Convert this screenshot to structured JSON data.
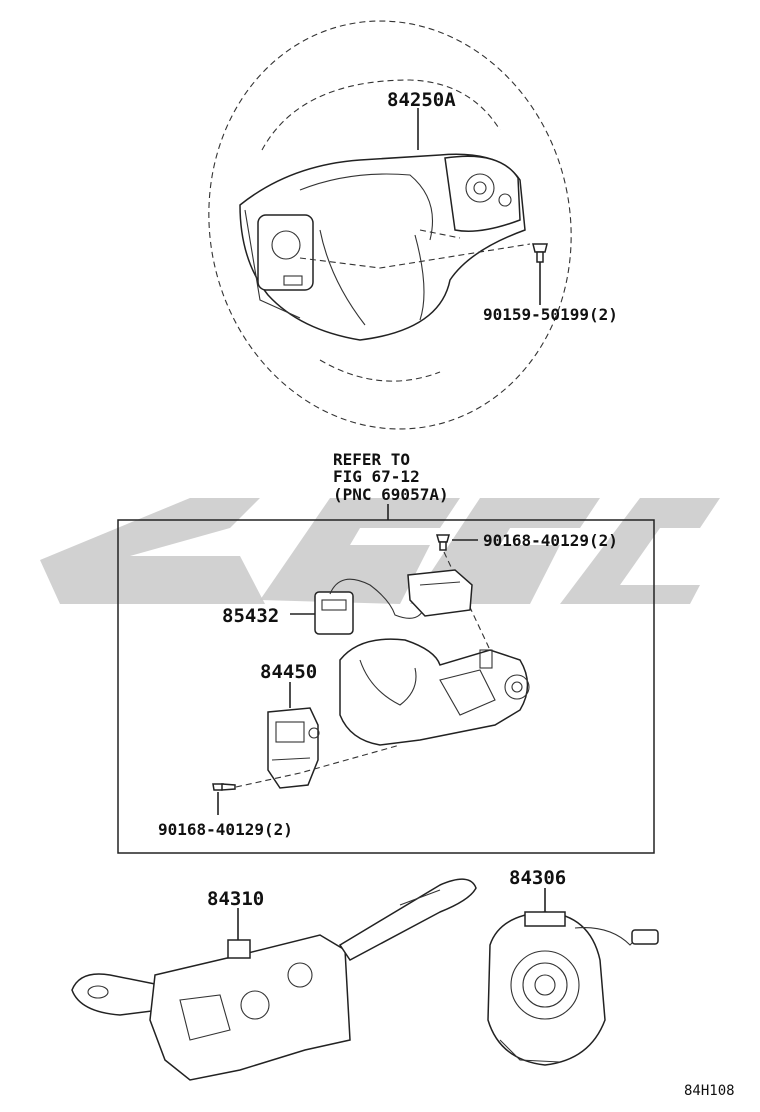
{
  "labels": {
    "steering_wheel": "84250A",
    "screw_top": "90159-50199(2)",
    "refer_line1": "REFER TO",
    "refer_line2": "FIG 67-12",
    "refer_line3": "(PNC 69057A)",
    "screw_right": "90168-40129(2)",
    "wire": "85432",
    "switch": "84450",
    "screw_bottom": "90168-40129(2)",
    "combo_switch": "84310",
    "spiral_cable": "84306",
    "figure_code": "84H108"
  }
}
